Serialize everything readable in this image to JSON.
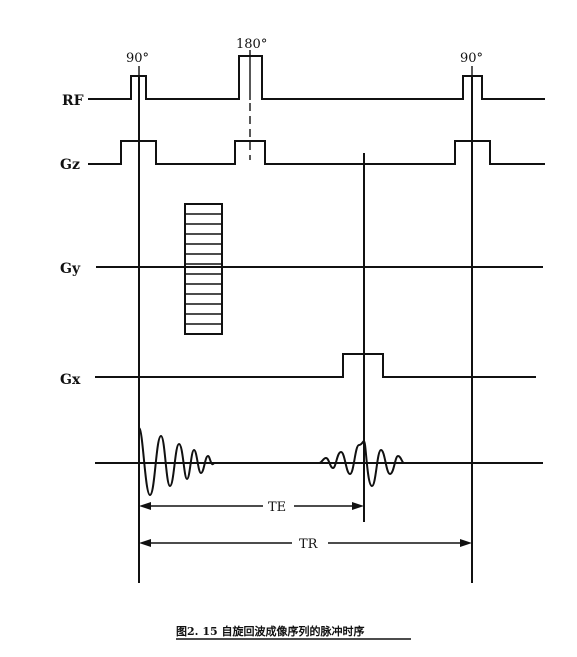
{
  "labels": {
    "rf": "RF",
    "gz": "Gz",
    "gy": "Gy",
    "gx": "Gx"
  },
  "pulses": {
    "first": "90°",
    "refocus": "180°",
    "next": "90°"
  },
  "intervals": {
    "te": "TE",
    "tr": "TR"
  },
  "caption": "图2. 15  自旋回波成像序列的脉冲时序"
}
